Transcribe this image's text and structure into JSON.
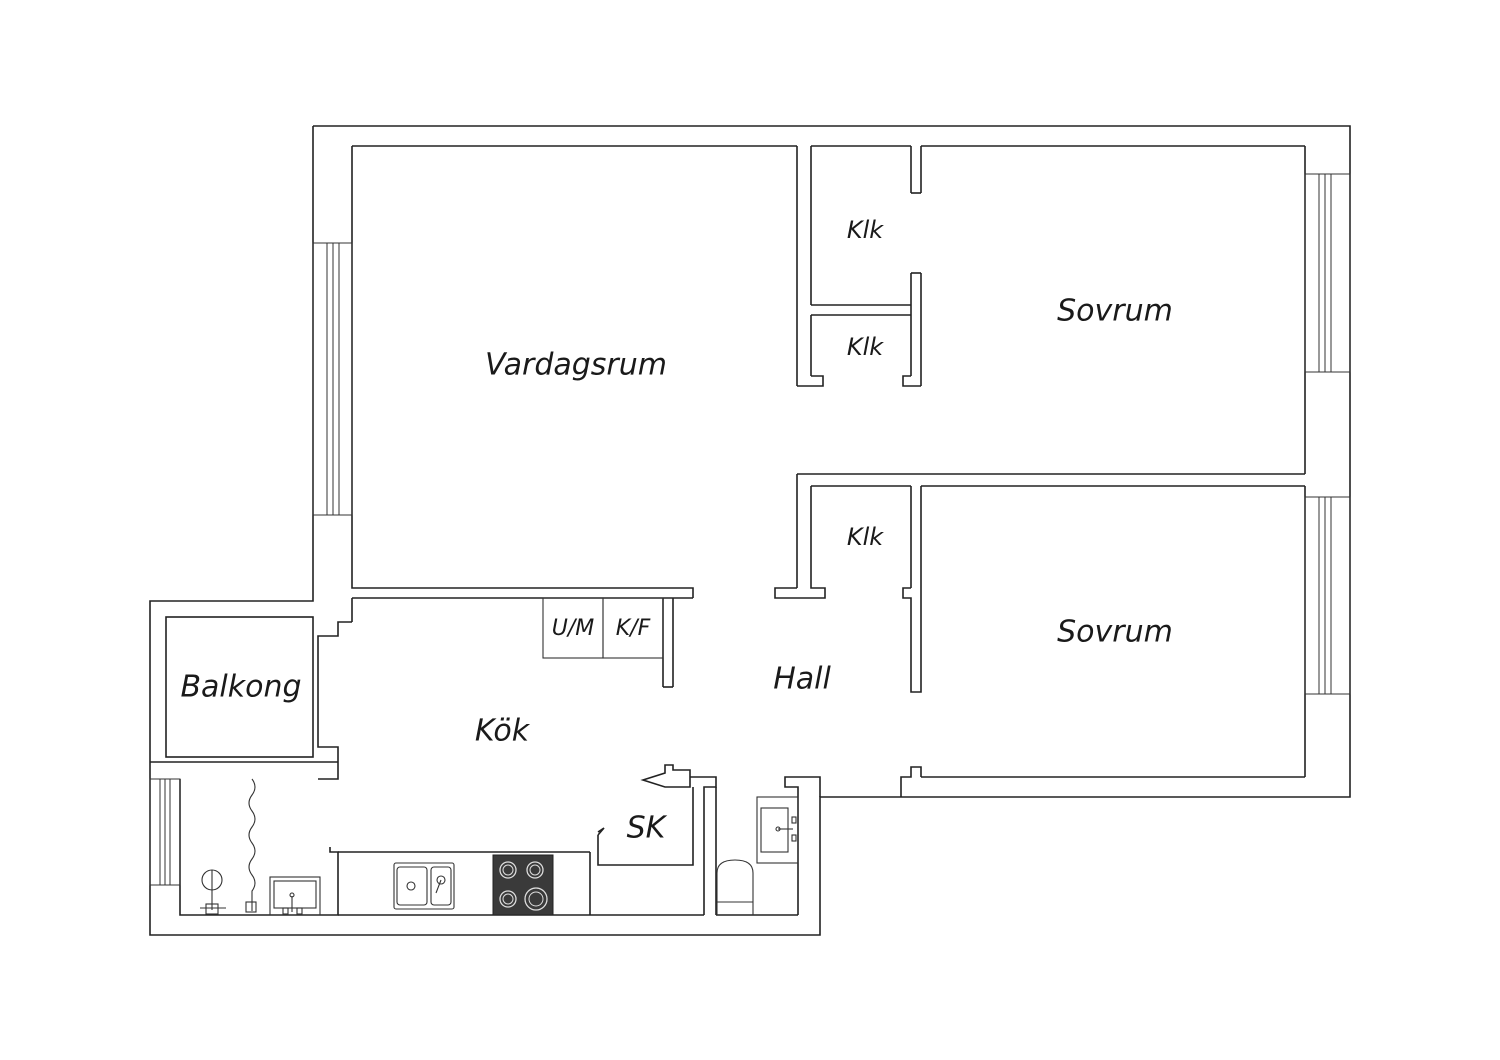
{
  "floorplan": {
    "rooms": {
      "vardagsrum": "Vardagsrum",
      "sovrum_1": "Sovrum",
      "sovrum_2": "Sovrum",
      "klk_1": "Klk",
      "klk_2": "Klk",
      "klk_3": "Klk",
      "hall": "Hall",
      "kok": "Kök",
      "balkong": "Balkong",
      "sk": "SK"
    },
    "appliances": {
      "um": "U/M",
      "kf": "K/F"
    }
  },
  "colors": {
    "wall": "#222222",
    "background": "#ffffff",
    "stove": "#3a3a3a"
  }
}
